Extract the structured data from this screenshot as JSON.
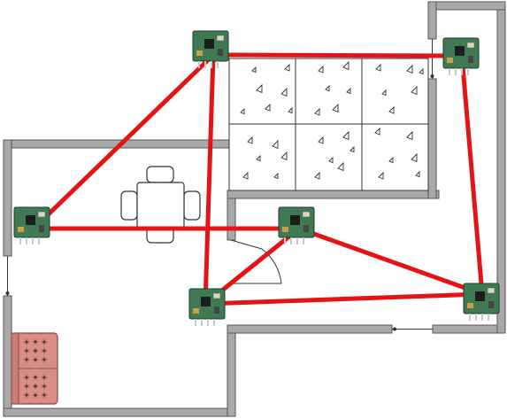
{
  "diagram": {
    "kind": "floor-plan-sensor-network",
    "colors": {
      "wall_fill": "#a9a9a9",
      "wall_stroke": "#555555",
      "link": "#e41414",
      "module_board": "#3f7a52",
      "module_chip": "#1d1d1d",
      "module_pin": "#c8c8c8",
      "sofa": "#d98d86",
      "sofa_stroke": "#8b4a45",
      "tile_line": "#333333"
    },
    "nodes": [
      {
        "id": "n1",
        "label": "",
        "icon": "sensor-module-icon"
      },
      {
        "id": "n2",
        "label": "",
        "icon": "sensor-module-icon"
      },
      {
        "id": "n3",
        "label": "",
        "icon": "sensor-module-icon"
      },
      {
        "id": "n4",
        "label": "",
        "icon": "sensor-module-icon"
      },
      {
        "id": "n5",
        "label": "",
        "icon": "sensor-module-icon"
      },
      {
        "id": "n6",
        "label": "",
        "icon": "sensor-module-icon"
      }
    ],
    "links": [
      [
        "n1",
        "n2"
      ],
      [
        "n2",
        "n6"
      ],
      [
        "n1",
        "n3"
      ],
      [
        "n3",
        "n5"
      ],
      [
        "n5",
        "n6"
      ],
      [
        "n4",
        "n5"
      ],
      [
        "n4",
        "n6"
      ],
      [
        "n1",
        "n4"
      ]
    ],
    "furniture": [
      "dining-table-with-chairs",
      "sofa",
      "swing-door",
      "tiled-floor"
    ]
  }
}
